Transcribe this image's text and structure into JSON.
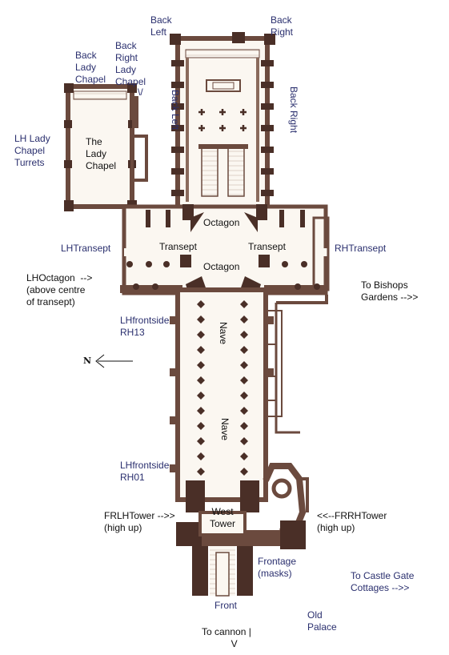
{
  "colors": {
    "wall": "#6b4a3e",
    "wall_dark": "#4a2f27",
    "floor": "#fbf7f1",
    "label_blue": "#2a2f6e",
    "label_black": "#111111"
  },
  "labels": {
    "back_left_top": "Back\nLeft",
    "back_right_top": "Back\nRight",
    "back_lady_chapel": "Back\nLady\nChapel",
    "back_right_lady_chapel": "Back\nRight\nLady\nChapel",
    "back_right_lady_chapel_marker": "\\/",
    "back_left_side": "Back Left",
    "back_right_side": "Back Right",
    "lh_lady_chapel_turrets": "LH Lady\nChapel\nTurrets",
    "the_lady_chapel": "The\nLady\nChapel",
    "octagon_upper": "Octagon",
    "octagon_lower": "Octagon",
    "lh_transept": "LHTransept",
    "transept_left": "Transept",
    "transept_right": "Transept",
    "rh_transept": "RHTransept",
    "lh_octagon": "LHOctagon  -->\n(above centre\nof transept)",
    "to_bishops_gardens": "To Bishops\nGardens -->>",
    "lh_frontside_rh13": "LHfrontside\nRH13",
    "nave_upper": "Nave",
    "nave_lower": "Nave",
    "north_arrow_letter": "N",
    "lh_frontside_rh01": "LHfrontside\nRH01",
    "fr_lh_tower": "FRLHTower -->>\n(high up)",
    "west_tower": "West\nTower",
    "fr_rh_tower": "<<--FRRHTower\n(high up)",
    "frontage": "Frontage\n(masks)",
    "to_castle_gate": "To Castle Gate\nCottages -->>",
    "front": "Front",
    "old_palace": "Old\nPalace",
    "to_cannon": "To cannon |\n           V"
  }
}
